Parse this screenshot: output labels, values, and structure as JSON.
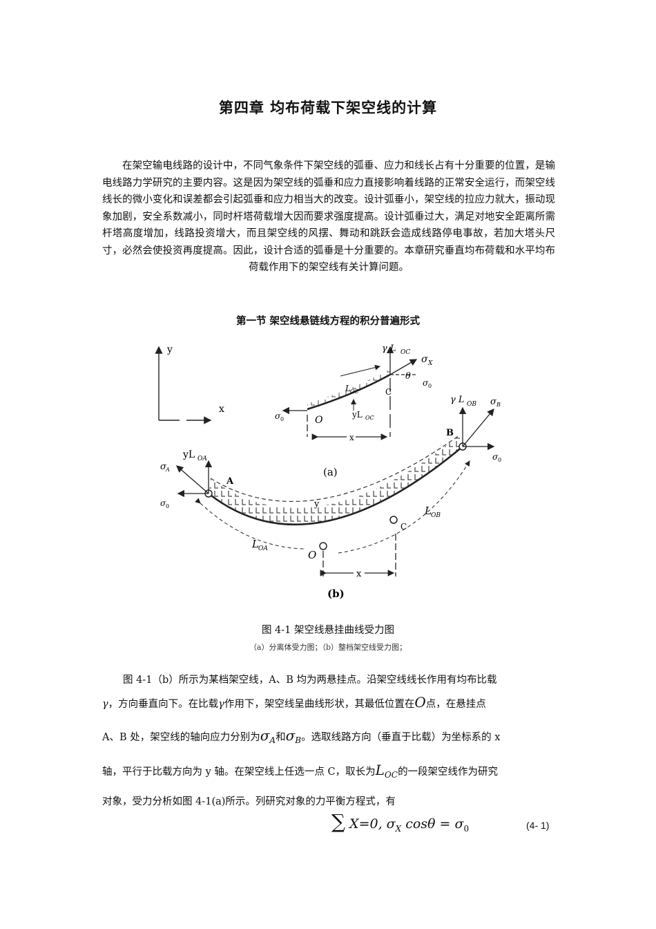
{
  "title": "第四章  均布荷载下架空线的计算",
  "intro": "在架空输电线路的设计中，不同气象条件下架空线的弧垂、应力和线长占有十分重要的位置，是输电线路力学研究的主要内容。这是因为架空线的弧垂和应力直接影响着线路的正常安全运行，而架空线线长的微小变化和误差都会引起弧垂和应力相当大的改变。设计弧垂小，架空线的拉应力就大，振动现象加剧，安全系数减小，同时杆塔荷载增大因而要求强度提高。设计弧垂过大，满足对地安全距离所需杆塔高度增加，线路投资增大，而且架空线的风摆、舞动和跳跃会造成线路停电事故，若加大塔头尺寸，必然会使投资再度提高。因此，设计合适的弧垂是十分重要的。本章研究垂直均布荷载和水平均布荷载作用下的架空线有关计算问题。",
  "section_title": "第一节  架空线悬链线方程的积分普遍形式",
  "figure": {
    "axis_y": "y",
    "axis_x": "x",
    "a": {
      "gamma_L": "γ L",
      "sub_oc": "OC",
      "sigma_x": "σ",
      "sub_x": "X",
      "theta": "θ",
      "sigma0": "σ",
      "sub0": "0",
      "L": "L",
      "C": "C",
      "O": "O",
      "yL": "yL",
      "x": "x",
      "label": "(a)"
    },
    "b": {
      "gamma_LOB": "γ L",
      "sub_ob": "OB",
      "sigma_B": "σ",
      "sub_b": "B",
      "B": "B",
      "yLOA": "yL",
      "sub_oa": "OA",
      "sigma_A": "σ",
      "sub_a": "A",
      "A": "A",
      "sigma0": "σ",
      "sub0": "0",
      "y": "y",
      "C": "C",
      "LOB": "L",
      "LOA": "L",
      "O": "O",
      "x": "x",
      "label": "(b)"
    }
  },
  "caption": "图 4-1 架空线悬挂曲线受力图",
  "subcaption": "（a）分离体受力图；（b）整档架空线受力图；",
  "para": {
    "l1": "图 4-1（b）所示为某档架空线，A、B 均为两悬挂点。沿架空线线长作用有均布比载",
    "l2a": "，方向垂直向下。在比载",
    "l2b": "作用下，架空线呈曲线形状，其最低位置在",
    "l2c": "点，在悬挂点",
    "l3a": "A、B 处，架空线的轴向应力分别为",
    "l3b": "和",
    "l3c": "。选取线路方向（垂直于比载）为坐标系的 x",
    "l4a": "轴，平行于比载方向为 y 轴。在架空线上任选一点 C，取长为",
    "l4b": "的一段架空线作为研究",
    "l5": "对象，受力分析如图 4-1(a)所示。列研究对象的力平衡方程式，有",
    "gamma": "γ",
    "O": "O",
    "sigma": "σ",
    "subA": "A",
    "subB": "B",
    "L": "L",
    "subOC": "OC"
  },
  "equation": {
    "sum": "∑",
    "body": "X=0, σ",
    "sub": "X",
    "rest": " cosθ = σ",
    "sub0": "0"
  },
  "eq_number": "(4- 1)"
}
